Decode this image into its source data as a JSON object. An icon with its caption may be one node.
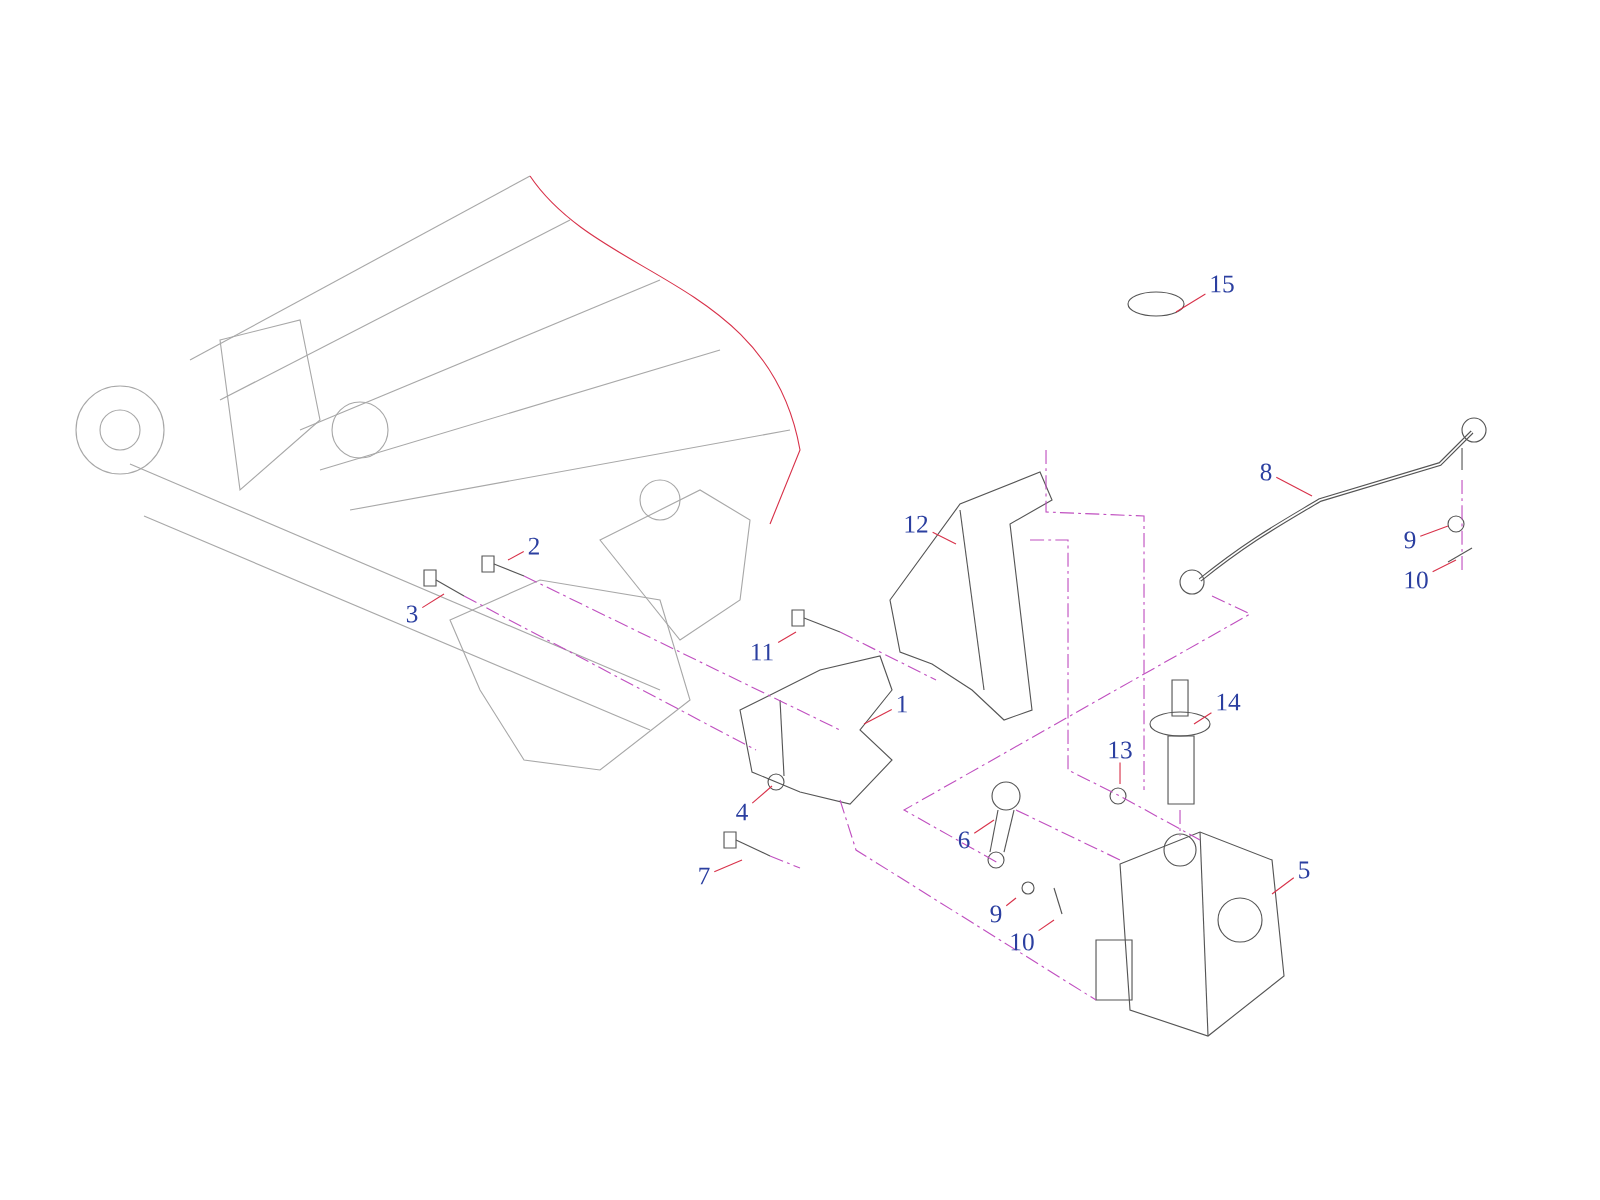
{
  "diagram": {
    "nodes": [
      {
        "text": [
          "15"
        ]
      },
      {
        "text": [
          "8"
        ]
      },
      {
        "text": [
          "12"
        ]
      },
      {
        "text": [
          "2"
        ]
      },
      {
        "text": [
          "9"
        ]
      },
      {
        "text": [
          "3"
        ]
      },
      {
        "text": [
          "10"
        ]
      },
      {
        "text": [
          "11"
        ]
      },
      {
        "text": [
          "1"
        ]
      },
      {
        "text": [
          "14"
        ]
      },
      {
        "text": [
          "13"
        ]
      },
      {
        "text": [
          "4"
        ]
      },
      {
        "text": [
          "6"
        ]
      },
      {
        "text": [
          "7"
        ]
      },
      {
        "text": [
          "5"
        ]
      },
      {
        "text": [
          "9"
        ]
      },
      {
        "text": [
          "10"
        ]
      }
    ],
    "edges": [
      {
        "from": 0,
        "to": null,
        "arrow": "none"
      },
      {
        "from": 1,
        "to": null,
        "arrow": "none"
      },
      {
        "from": 2,
        "to": null,
        "arrow": "none"
      },
      {
        "from": 3,
        "to": null,
        "arrow": "none"
      },
      {
        "from": 4,
        "to": null,
        "arrow": "none"
      },
      {
        "from": 5,
        "to": null,
        "arrow": "none"
      },
      {
        "from": 6,
        "to": null,
        "arrow": "none"
      },
      {
        "from": 7,
        "to": null,
        "arrow": "none"
      },
      {
        "from": 8,
        "to": null,
        "arrow": "none"
      },
      {
        "from": 9,
        "to": null,
        "arrow": "none"
      },
      {
        "from": 10,
        "to": null,
        "arrow": "none"
      },
      {
        "from": 11,
        "to": null,
        "arrow": "none"
      },
      {
        "from": 12,
        "to": null,
        "arrow": "none"
      },
      {
        "from": 13,
        "to": null,
        "arrow": "none"
      },
      {
        "from": 14,
        "to": null,
        "arrow": "none"
      },
      {
        "from": 15,
        "to": null,
        "arrow": "none"
      },
      {
        "from": 16,
        "to": null,
        "arrow": "none"
      }
    ]
  }
}
